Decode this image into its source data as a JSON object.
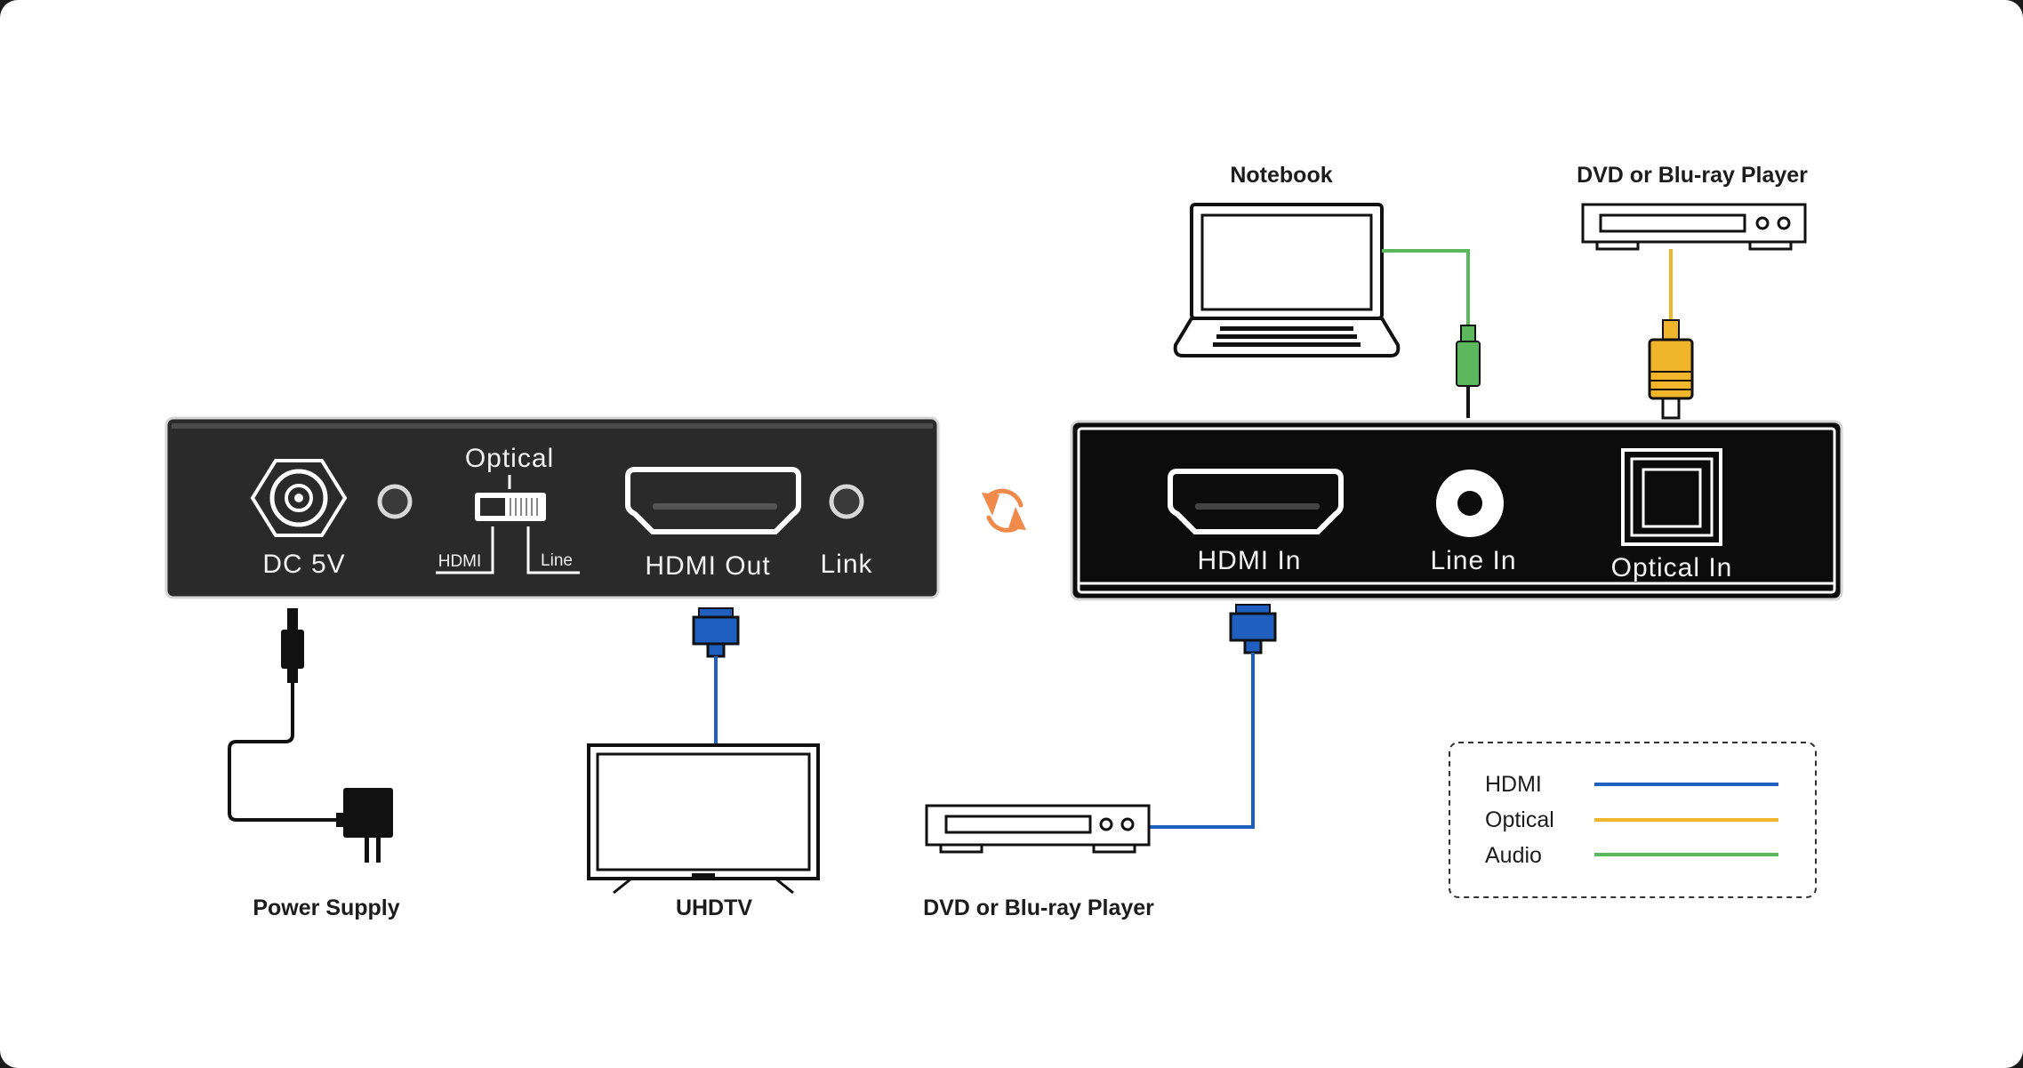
{
  "left_unit": {
    "ports": {
      "dc": "DC 5V",
      "switch_title": "Optical",
      "switch_left": "HDMI",
      "switch_right": "Line",
      "hdmi_out": "HDMI Out",
      "link": "Link"
    }
  },
  "right_unit": {
    "ports": {
      "hdmi_in": "HDMI In",
      "line_in": "Line In",
      "optical_in": "Optical In"
    }
  },
  "devices": {
    "power_supply": "Power Supply",
    "uhdtv": "UHDTV",
    "dvd_bottom": "DVD or Blu-ray Player",
    "notebook": "Notebook",
    "dvd_top": "DVD or Blu-ray Player"
  },
  "legend": {
    "items": [
      {
        "label": "HDMI",
        "color": "#1f5fbf"
      },
      {
        "label": "Optical",
        "color": "#f0b52a"
      },
      {
        "label": "Audio",
        "color": "#5cb85c"
      }
    ]
  },
  "colors": {
    "hdmi_cable": "#1f5fbf",
    "optical_cable": "#f0b52a",
    "audio_cable": "#5cb85c",
    "sync_arrows": "#f08a4b"
  }
}
